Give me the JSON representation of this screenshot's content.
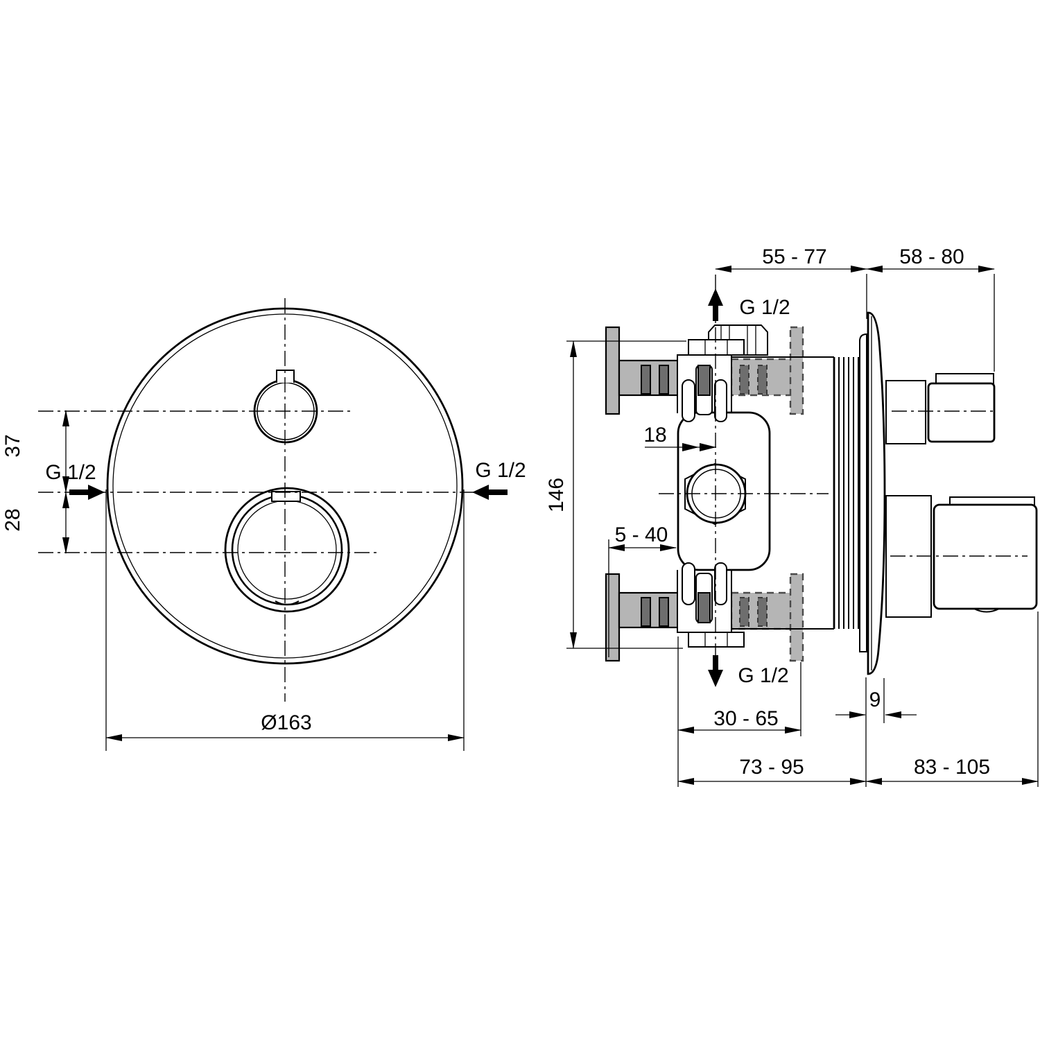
{
  "front_view": {
    "dims": {
      "offset_top": "37",
      "offset_bottom": "28",
      "inlet_left": "G 1/2",
      "inlet_right": "G 1/2",
      "plate_diameter": "Ø163"
    }
  },
  "side_view": {
    "dims": {
      "top_left_range": "55 - 77",
      "top_right_range": "58 - 80",
      "outlet_top": "G 1/2",
      "outlet_bottom": "G 1/2",
      "center_offset": "18",
      "height": "146",
      "wall_range": "5 - 40",
      "outlet_depth_range": "30 - 65",
      "plate_thickness": "9",
      "body_depth_range": "73 - 95",
      "handle_depth_range": "83 - 105"
    }
  },
  "colors": {
    "line": "#000000",
    "wall_fill": "#b5b5b5",
    "anchor_fill": "#6e6e6e",
    "background": "#ffffff"
  }
}
